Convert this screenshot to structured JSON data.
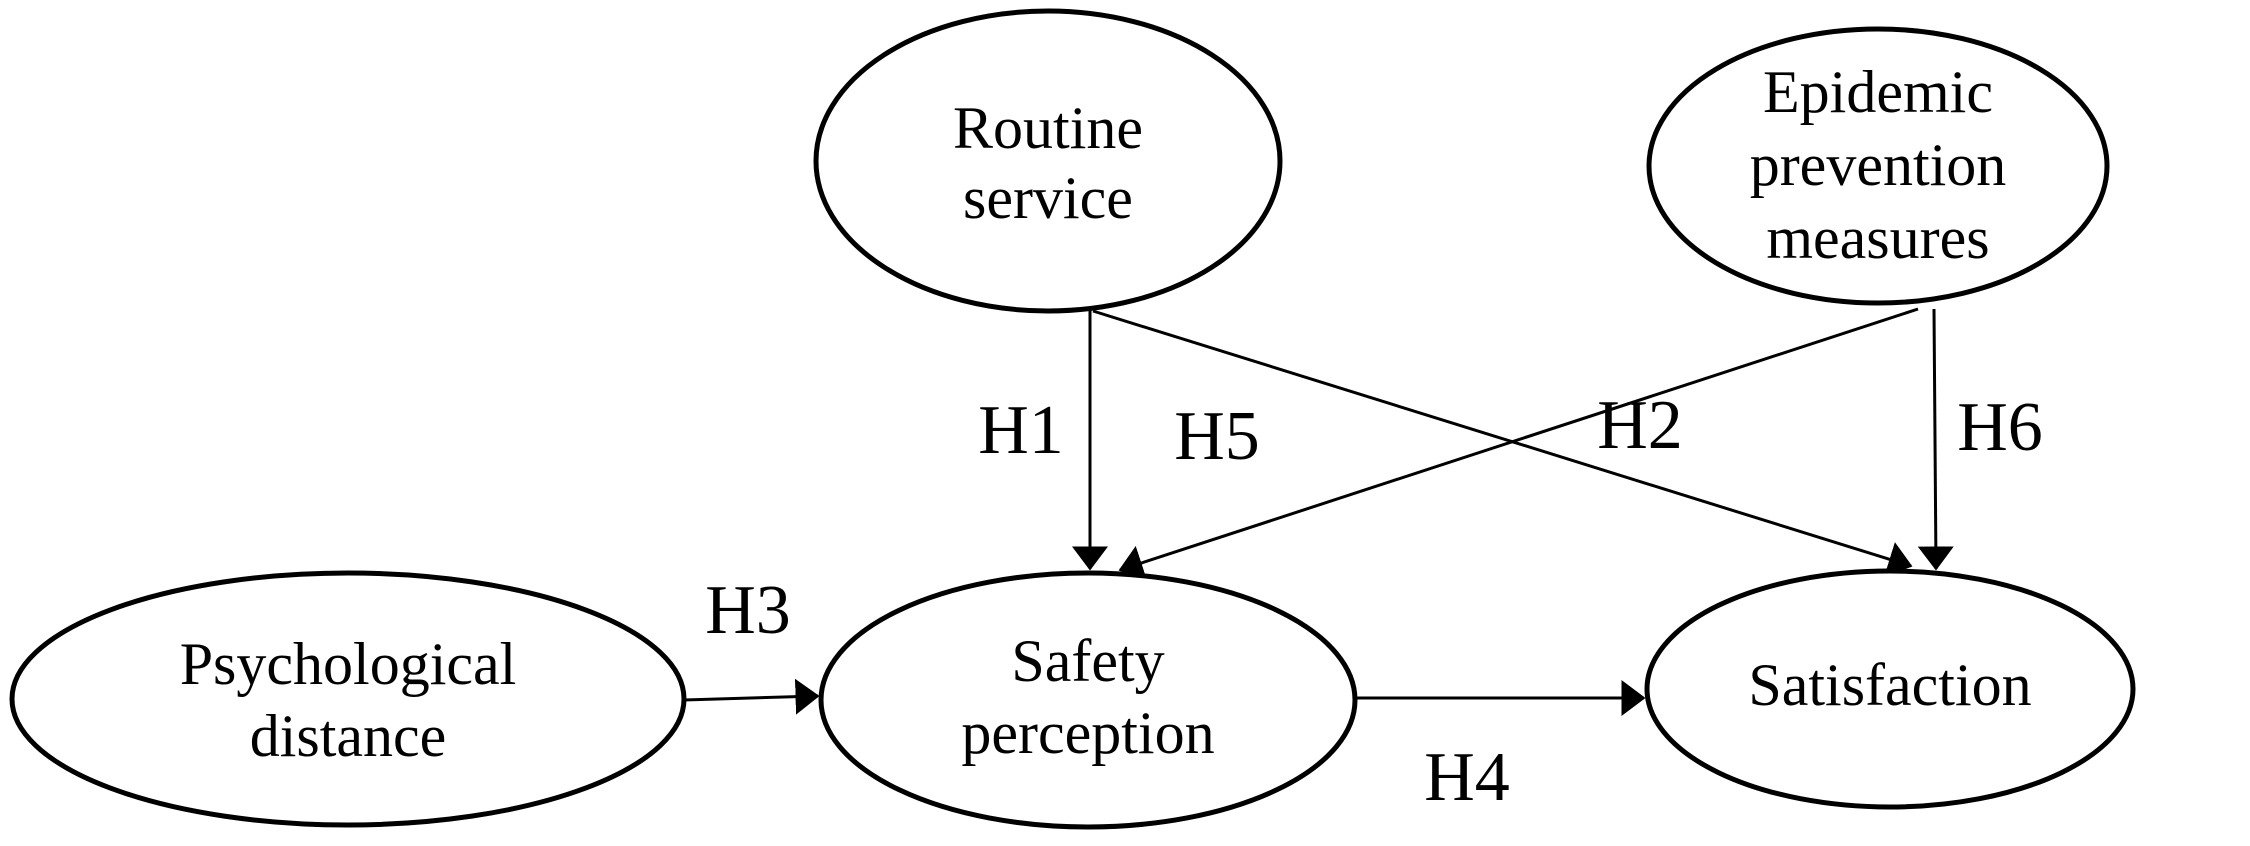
{
  "figure": {
    "type": "path-model-diagram",
    "background_color": "#ffffff",
    "line_color": "#000000",
    "text_color": "#000000"
  },
  "nodes": {
    "routine": {
      "label": "Routine service",
      "lines": [
        "Routine",
        "service"
      ]
    },
    "epidemic": {
      "label": "Epidemic prevention measures",
      "lines": [
        "Epidemic",
        "prevention",
        "measures"
      ]
    },
    "psychological": {
      "label": "Psychological distance",
      "lines": [
        "Psychological",
        "distance"
      ]
    },
    "safety": {
      "label": "Safety perception",
      "lines": [
        "Safety",
        "perception"
      ]
    },
    "satisfaction": {
      "label": "Satisfaction",
      "lines": [
        "Satisfaction"
      ]
    }
  },
  "edges": {
    "h1": {
      "label": "H1",
      "from": "Routine service",
      "to": "Safety perception"
    },
    "h2": {
      "label": "H2",
      "from": "Epidemic prevention measures",
      "to": "Safety perception"
    },
    "h3": {
      "label": "H3",
      "from": "Psychological distance",
      "to": "Safety perception"
    },
    "h4": {
      "label": "H4",
      "from": "Safety perception",
      "to": "Satisfaction"
    },
    "h5": {
      "label": "H5",
      "from": "Routine service",
      "to": "Satisfaction"
    },
    "h6": {
      "label": "H6",
      "from": "Epidemic prevention measures",
      "to": "Satisfaction"
    }
  }
}
